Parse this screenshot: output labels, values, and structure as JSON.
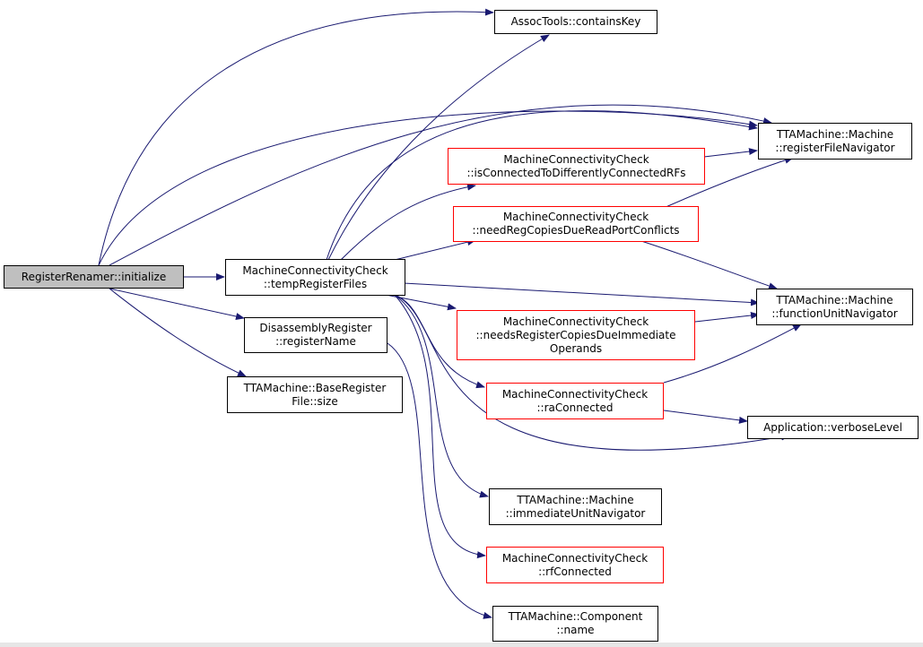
{
  "colors": {
    "edge": "#191970",
    "node_border": "#000000",
    "node_border_incomplete": "#ff0000",
    "root_fill": "#bfbfbf",
    "node_fill": "#ffffff"
  },
  "nodes": {
    "root": [
      "RegisterRenamer::initialize"
    ],
    "temp_register_files": [
      "MachineConnectivityCheck",
      "::tempRegisterFiles"
    ],
    "contains_key": [
      "AssocTools::containsKey"
    ],
    "register_file_navigator": [
      "TTAMachine::Machine",
      "::registerFileNavigator"
    ],
    "is_connected_diff": [
      "MachineConnectivityCheck",
      "::isConnectedToDifferentlyConnectedRFs"
    ],
    "need_reg_copies": [
      "MachineConnectivityCheck",
      "::needRegCopiesDueReadPortConflicts"
    ],
    "function_unit_navigator": [
      "TTAMachine::Machine",
      "::functionUnitNavigator"
    ],
    "needs_register_copies_imm": [
      "MachineConnectivityCheck",
      "::needsRegisterCopiesDueImmediate",
      "Operands"
    ],
    "register_name": [
      "DisassemblyRegister",
      "::registerName"
    ],
    "base_register_size": [
      "TTAMachine::BaseRegister",
      "File::size"
    ],
    "ra_connected": [
      "MachineConnectivityCheck",
      "::raConnected"
    ],
    "verbose_level": [
      "Application::verboseLevel"
    ],
    "immediate_unit_navigator": [
      "TTAMachine::Machine",
      "::immediateUnitNavigator"
    ],
    "rf_connected": [
      "MachineConnectivityCheck",
      "::rfConnected"
    ],
    "component_name": [
      "TTAMachine::Component",
      "::name"
    ]
  }
}
